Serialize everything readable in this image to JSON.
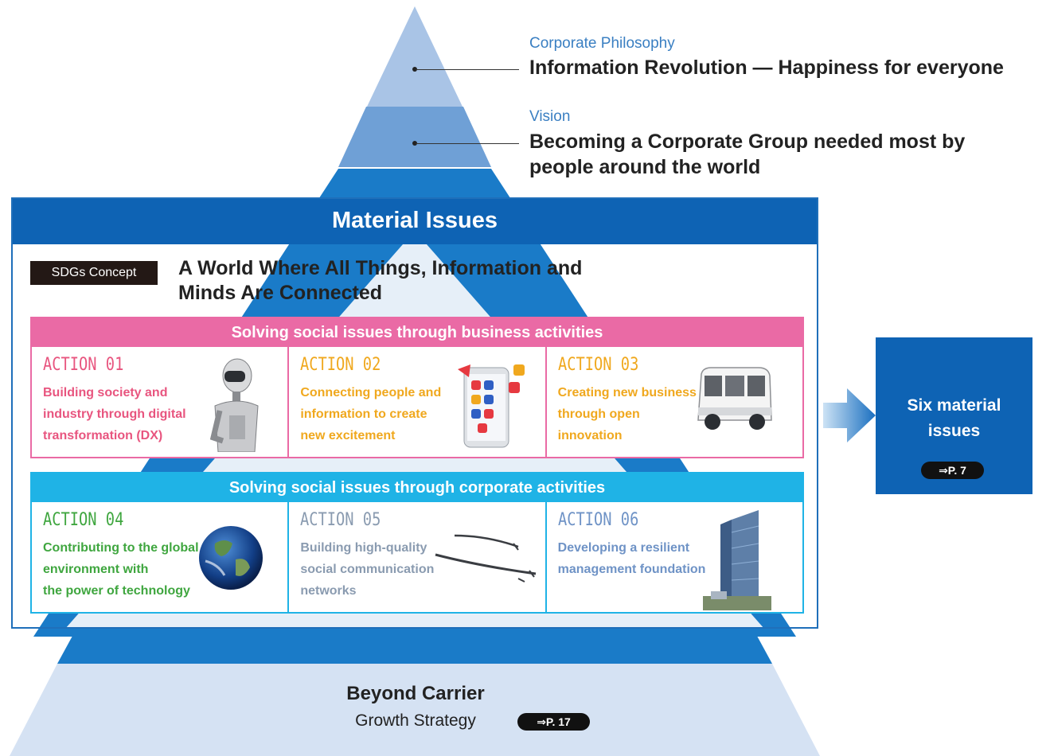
{
  "philosophy": {
    "label": "Corporate Philosophy",
    "text": "Information Revolution — Happiness for everyone"
  },
  "vision": {
    "label": "Vision",
    "line1": "Becoming a Corporate Group needed most by",
    "line2": "people around the world"
  },
  "material_issues": {
    "title": "Material Issues",
    "sdgs_badge": "SDGs Concept",
    "sdgs_line1": "A World Where All Things, Information and",
    "sdgs_line2": "Minds Are Connected"
  },
  "business_group": {
    "title": "Solving social issues through business activities",
    "color": "#ea6aa5",
    "actions": [
      {
        "number": "ACTION 01",
        "lines": [
          "Building society and",
          "industry through digital",
          "transformation (DX)"
        ],
        "color": "#e8557f",
        "icon": "robot-icon"
      },
      {
        "number": "ACTION 02",
        "lines": [
          "Connecting people and",
          "information to create",
          "new excitement"
        ],
        "color": "#f0a81e",
        "icon": "smartphone-icon"
      },
      {
        "number": "ACTION 03",
        "lines": [
          "Creating new business",
          "through open",
          "innovation"
        ],
        "color": "#f0a81e",
        "icon": "bus-icon"
      }
    ]
  },
  "corporate_group": {
    "title": "Solving social issues through corporate activities",
    "color": "#1fb3e6",
    "actions": [
      {
        "number": "ACTION 04",
        "lines": [
          "Contributing to the global",
          "environment with",
          "the power of technology"
        ],
        "color": "#3fa63f",
        "icon": "earth-icon"
      },
      {
        "number": "ACTION 05",
        "lines": [
          "Building high-quality",
          "social communication",
          "networks"
        ],
        "color": "#8a9bb0",
        "icon": "cable-icon"
      },
      {
        "number": "ACTION 06",
        "lines": [
          "Developing a resilient",
          "management foundation"
        ],
        "color": "#6f93c6",
        "icon": "building-icon"
      }
    ]
  },
  "six_issues": {
    "line1": "Six material",
    "line2": "issues",
    "ref": "⇒P. 7"
  },
  "beyond": {
    "title": "Beyond Carrier",
    "subtitle": "Growth Strategy",
    "ref": "⇒P. 17"
  }
}
